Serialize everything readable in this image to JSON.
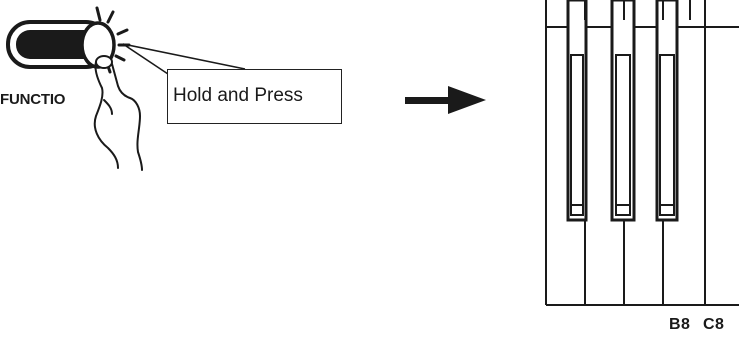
{
  "function_button": {
    "label": "FUNCTIO",
    "icon": "function-button-icon"
  },
  "callout": {
    "text": "Hold and Press"
  },
  "flow_arrow": {
    "icon": "right-arrow-icon"
  },
  "keyboard": {
    "key_labels": [
      "B8",
      "C8"
    ],
    "colors": {
      "stroke": "#1a1a1a",
      "white_key": "#ffffff",
      "black_key": "#1a1a1a"
    }
  }
}
